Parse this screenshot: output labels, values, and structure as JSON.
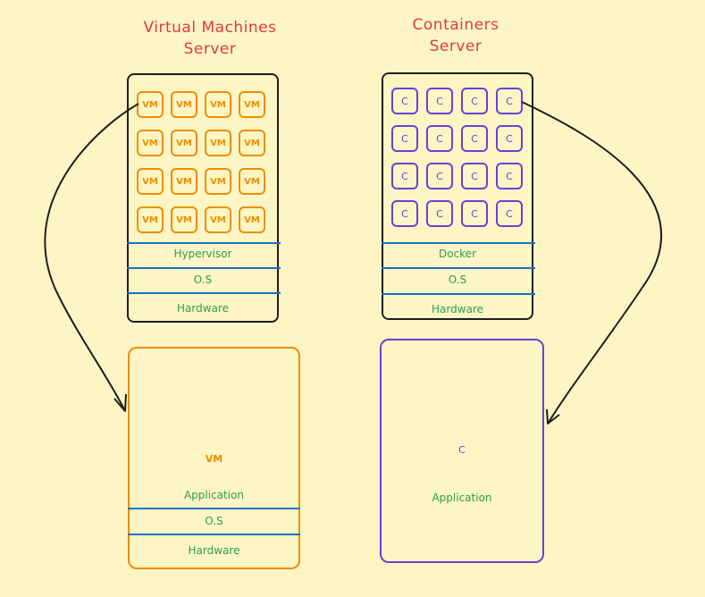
{
  "titles": {
    "vm_line1": "Virtual Machines",
    "vm_line2": "Server",
    "ct_line1": "Containers",
    "ct_line2": "Server"
  },
  "vm_server": {
    "tile_label": "VM",
    "rows": 4,
    "cols": 4,
    "layers": [
      "Hypervisor",
      "O.S",
      "Hardware"
    ]
  },
  "ct_server": {
    "tile_label": "C",
    "rows": 4,
    "cols": 4,
    "layers": [
      "Docker",
      "O.S",
      "Hardware"
    ]
  },
  "vm_detail": {
    "unit": "VM",
    "layers": [
      "Application",
      "O.S",
      "Hardware"
    ]
  },
  "ct_detail": {
    "unit": "C",
    "layers": [
      "Application"
    ]
  },
  "colors": {
    "background": "#fdf6c4",
    "title": "#e0393e",
    "vm": "#f08c00",
    "container": "#6741d9",
    "layer_text": "#2f9e44",
    "layer_line": "#1971c2",
    "outline": "#1e1e1e"
  }
}
